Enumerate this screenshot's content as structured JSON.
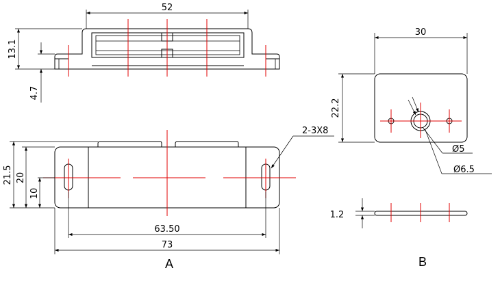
{
  "view_a": {
    "caption": "A",
    "top_view": {
      "width_label": "52",
      "height_label": "13.1",
      "tab_label": "4.7"
    },
    "front_view": {
      "inner_length_label": "63.50",
      "overall_length_label": "73",
      "slot_label": "2-3X8",
      "height_outer_label": "21.5",
      "height_inner_label": "20",
      "center_height_label": "10"
    }
  },
  "view_b": {
    "caption": "B",
    "plate": {
      "width_label": "30",
      "height_label": "22.2",
      "hole_small_label": "Ø5",
      "hole_large_label": "Ø6.5"
    },
    "side": {
      "thickness_label": "1.2"
    }
  }
}
